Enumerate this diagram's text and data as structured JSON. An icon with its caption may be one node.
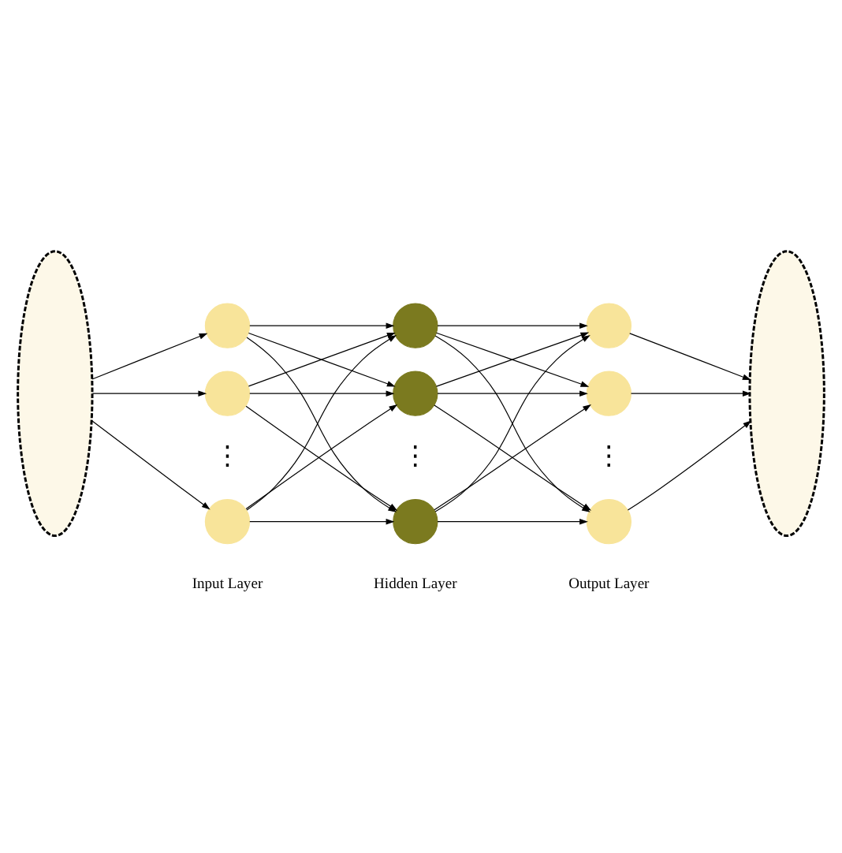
{
  "diagram": {
    "nodes": [
      {
        "text": [],
        "shape": "ellipse"
      },
      {
        "text": [],
        "shape": "circle"
      },
      {
        "text": [],
        "shape": "circle"
      },
      {
        "text": [],
        "shape": "circle"
      },
      {
        "text": [],
        "shape": "circle"
      },
      {
        "text": [],
        "shape": "circle"
      },
      {
        "text": [],
        "shape": "circle"
      },
      {
        "text": [],
        "shape": "circle"
      },
      {
        "text": [],
        "shape": "circle"
      },
      {
        "text": [],
        "shape": "circle"
      },
      {
        "text": [],
        "shape": "ellipse"
      }
    ],
    "edges": [
      {
        "from": 0,
        "to": 1,
        "arrow": "to"
      },
      {
        "from": 0,
        "to": 2,
        "arrow": "to"
      },
      {
        "from": 0,
        "to": 3,
        "arrow": "to"
      },
      {
        "from": 1,
        "to": 4,
        "arrow": "to"
      },
      {
        "from": 1,
        "to": 5,
        "arrow": "to"
      },
      {
        "from": 1,
        "to": 6,
        "arrow": "to"
      },
      {
        "from": 2,
        "to": 4,
        "arrow": "to"
      },
      {
        "from": 2,
        "to": 5,
        "arrow": "to"
      },
      {
        "from": 2,
        "to": 6,
        "arrow": "to"
      },
      {
        "from": 3,
        "to": 4,
        "arrow": "to"
      },
      {
        "from": 3,
        "to": 5,
        "arrow": "to"
      },
      {
        "from": 3,
        "to": 6,
        "arrow": "to"
      },
      {
        "from": 4,
        "to": 7,
        "arrow": "to"
      },
      {
        "from": 4,
        "to": 8,
        "arrow": "to"
      },
      {
        "from": 4,
        "to": 9,
        "arrow": "to"
      },
      {
        "from": 5,
        "to": 7,
        "arrow": "to"
      },
      {
        "from": 5,
        "to": 8,
        "arrow": "to"
      },
      {
        "from": 5,
        "to": 9,
        "arrow": "to"
      },
      {
        "from": 6,
        "to": 7,
        "arrow": "to"
      },
      {
        "from": 6,
        "to": 8,
        "arrow": "to"
      },
      {
        "from": 6,
        "to": 9,
        "arrow": "to"
      },
      {
        "from": 7,
        "to": 10,
        "arrow": "to"
      },
      {
        "from": 8,
        "to": 10,
        "arrow": "to"
      },
      {
        "from": 9,
        "to": 10,
        "arrow": "to"
      }
    ],
    "labels": [
      "⋮",
      "⋮",
      "⋮",
      "Input Layer",
      "Hidden Layer",
      "Output Layer"
    ]
  }
}
